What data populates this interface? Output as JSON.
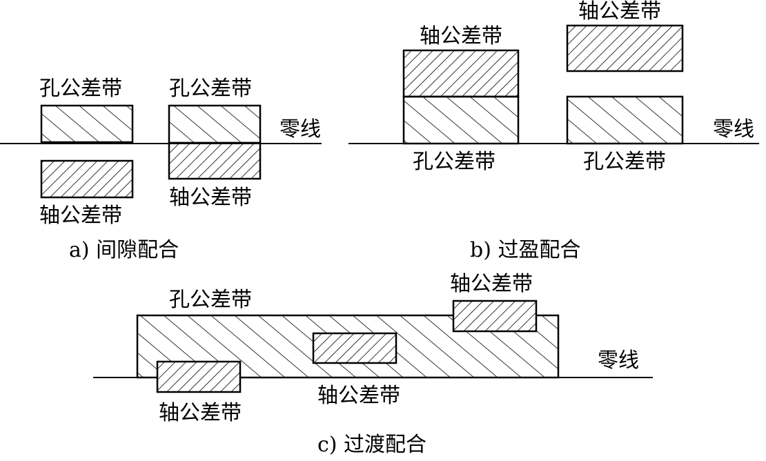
{
  "labels": {
    "hole_zone": "孔公差带",
    "shaft_zone": "轴公差带",
    "zero_line": "零线"
  },
  "captions": {
    "a": "a) 间隙配合",
    "b": "b) 过盈配合",
    "c": "c) 过渡配合"
  },
  "colors": {
    "stroke": "#000000",
    "background": "#ffffff"
  },
  "hatch": {
    "hole": "forward-diagonal",
    "shaft": "backward-diagonal-dense"
  }
}
